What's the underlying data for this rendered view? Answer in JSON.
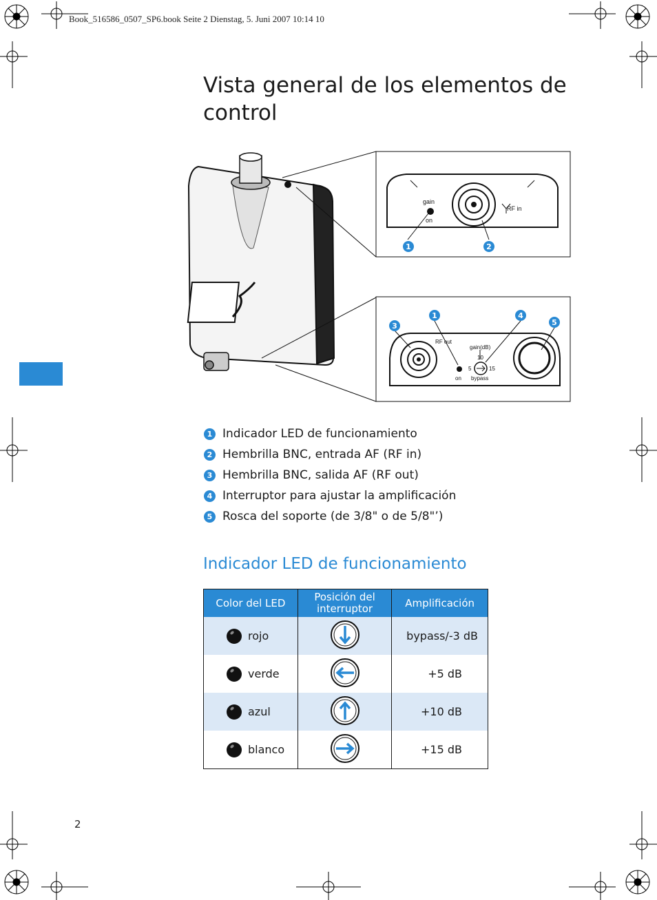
{
  "header": {
    "print_line": "Book_516586_0507_SP6.book  Seite 2  Dienstag, 5. Juni 2007  10:14 10"
  },
  "page": {
    "title": "Vista general de los elementos de control",
    "number": "2"
  },
  "diagram": {
    "top_inset": {
      "gain_label": "gain",
      "on_label": "on",
      "rf_label": "RF  in",
      "callouts": [
        "1",
        "2"
      ]
    },
    "bottom_inset": {
      "rf_out_label": "RF   out",
      "gain_db_label": "gain(dB)",
      "on_label": "on",
      "bypass_label": "bypass",
      "scale": [
        "5",
        "10",
        "15"
      ],
      "callouts": [
        "3",
        "1",
        "4",
        "5"
      ]
    }
  },
  "legend": [
    {
      "num": "1",
      "label": "Indicador LED de funcionamiento"
    },
    {
      "num": "2",
      "label": "Hembrilla BNC, entrada AF (RF in)"
    },
    {
      "num": "3",
      "label": "Hembrilla BNC, salida AF (RF out)"
    },
    {
      "num": "4",
      "label": "Interruptor para ajustar la amplificación"
    },
    {
      "num": "5",
      "label": "Rosca del soporte (de 3/8\" o de 5/8\"’)"
    }
  ],
  "led_section": {
    "title": "Indicador LED de funcionamiento",
    "table": {
      "headers": [
        "Color del LED",
        "Posición del interruptor",
        "Amplificación"
      ],
      "rows": [
        {
          "color": "rojo",
          "switch": "arrow-down-icon",
          "amp": "bypass/-3 dB"
        },
        {
          "color": "verde",
          "switch": "arrow-left-icon",
          "amp": "+5 dB"
        },
        {
          "color": "azul",
          "switch": "arrow-up-icon",
          "amp": "+10 dB"
        },
        {
          "color": "blanco",
          "switch": "arrow-right-icon",
          "amp": "+15 dB"
        }
      ]
    }
  },
  "colors": {
    "accent": "#2a8ad4",
    "shade": "#dbe8f6"
  }
}
